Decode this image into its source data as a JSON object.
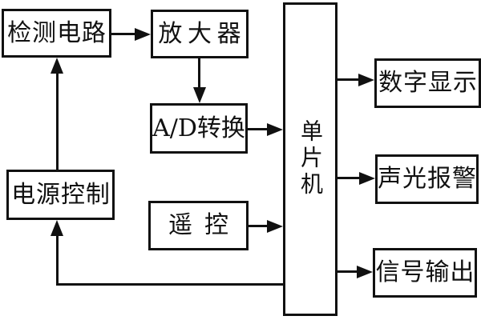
{
  "diagram": {
    "type": "block-diagram",
    "colors": {
      "background": "#ffffff",
      "line": "#111111",
      "box_fill": "#ffffff",
      "text": "#111111"
    },
    "nodes": [
      {
        "id": "detection-circuit",
        "label": "检测电路"
      },
      {
        "id": "amplifier",
        "label": "放大器"
      },
      {
        "id": "ad-converter",
        "label": "A/D转换"
      },
      {
        "id": "power-control",
        "label": "电源控制"
      },
      {
        "id": "remote-control",
        "label": "遥控"
      },
      {
        "id": "mcu",
        "label": "单片机"
      },
      {
        "id": "digital-display",
        "label": "数字显示"
      },
      {
        "id": "sound-light-alarm",
        "label": "声光报警"
      },
      {
        "id": "signal-output",
        "label": "信号输出"
      }
    ],
    "connections": [
      {
        "from": "detection-circuit",
        "to": "amplifier"
      },
      {
        "from": "amplifier",
        "to": "ad-converter"
      },
      {
        "from": "ad-converter",
        "to": "mcu"
      },
      {
        "from": "remote-control",
        "to": "mcu"
      },
      {
        "from": "mcu",
        "to": "digital-display"
      },
      {
        "from": "mcu",
        "to": "sound-light-alarm"
      },
      {
        "from": "mcu",
        "to": "signal-output"
      },
      {
        "from": "mcu",
        "to": "power-control"
      },
      {
        "from": "power-control",
        "to": "detection-circuit"
      }
    ]
  }
}
